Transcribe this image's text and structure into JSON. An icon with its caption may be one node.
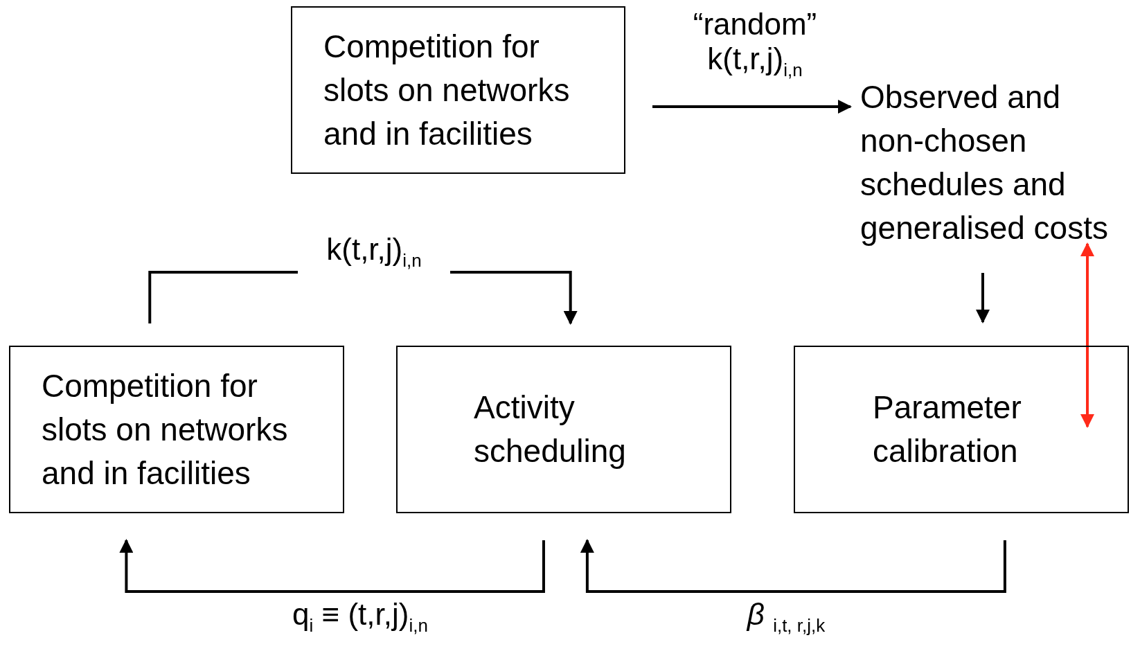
{
  "diagram": {
    "nodes": [
      {
        "text": [
          "Competition for slots on networks and in facilities"
        ]
      },
      {
        "text": [
          "Observed and non-chosen schedules and generalised costs"
        ]
      },
      {
        "text": [
          "Competition for slots on networks and in facilities"
        ]
      },
      {
        "text": [
          "Activity scheduling"
        ]
      },
      {
        "text": [
          "Parameter calibration"
        ]
      }
    ],
    "edges": [
      {
        "from": 0,
        "to": 1,
        "arrow": "to",
        "label": "“random” k(t,r,j)$_{i,n}$"
      },
      {
        "from": 2,
        "to": 3,
        "arrow": "to",
        "label": "k(t,r,j)$_{i,n}$"
      },
      {
        "from": 3,
        "to": 2,
        "arrow": "to",
        "label": "q$_{i}$ ≡ (t,r,j)$_{i,n}$"
      },
      {
        "from": 4,
        "to": 3,
        "arrow": "to",
        "label": "*β* $_{i,t, r,j,k}$"
      },
      {
        "from": 1,
        "to": 4,
        "arrow": "to"
      },
      {
        "from": 1,
        "to": 4,
        "arrow": "both",
        "color": "#ff2a1a"
      }
    ]
  }
}
